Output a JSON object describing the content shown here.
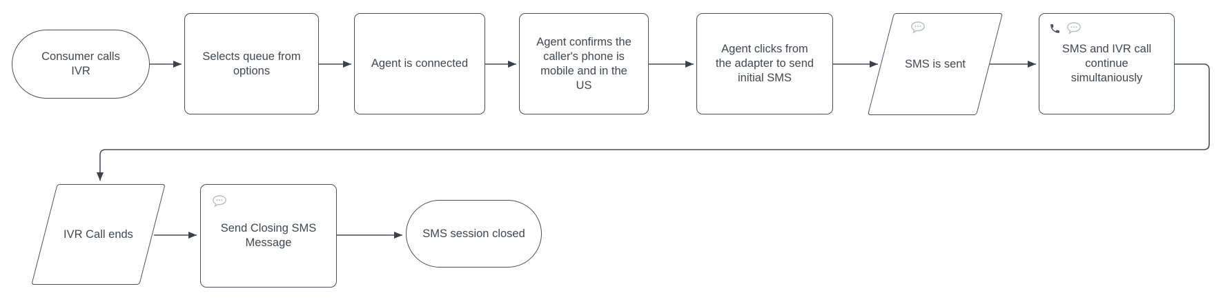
{
  "colors": {
    "background": "#ffffff",
    "shape_fill": "#ffffff",
    "stroke": "#454e5a",
    "arrowhead": "#39414d",
    "text": "#3f4752",
    "bubble_icon_gray": "#b9bdc2",
    "phone_icon_dark": "#4a5360"
  },
  "nodes": [
    {
      "id": "consumer-calls-ivr",
      "shape": "terminator",
      "label": "Consumer calls\nIVR",
      "icons": []
    },
    {
      "id": "selects-queue",
      "shape": "process",
      "label": "Selects queue from\noptions",
      "icons": []
    },
    {
      "id": "agent-connected",
      "shape": "process",
      "label": "Agent is connected",
      "icons": []
    },
    {
      "id": "agent-confirms",
      "shape": "process",
      "label": "Agent confirms the\ncaller's phone is\nmobile and in the\nUS",
      "icons": []
    },
    {
      "id": "agent-clicks-sms",
      "shape": "process",
      "label": "Agent clicks from\nthe adapter to send\ninitial SMS",
      "icons": []
    },
    {
      "id": "sms-is-sent",
      "shape": "parallelogram",
      "label": "SMS is sent",
      "icons": [
        "sms-bubble-icon"
      ]
    },
    {
      "id": "sms-ivr-continue",
      "shape": "process",
      "label": "SMS and IVR call\ncontinue\nsimultaniously",
      "icons": [
        "phone-icon",
        "sms-bubble-icon"
      ]
    },
    {
      "id": "ivr-call-ends",
      "shape": "parallelogram",
      "label": "IVR Call ends",
      "icons": []
    },
    {
      "id": "send-closing-sms",
      "shape": "process",
      "label": "Send Closing SMS\nMessage",
      "icons": [
        "sms-bubble-icon"
      ]
    },
    {
      "id": "sms-session-closed",
      "shape": "terminator",
      "label": "SMS session closed",
      "icons": []
    }
  ],
  "connectors": [
    {
      "from": "consumer-calls-ivr",
      "to": "selects-queue"
    },
    {
      "from": "selects-queue",
      "to": "agent-connected"
    },
    {
      "from": "agent-connected",
      "to": "agent-confirms"
    },
    {
      "from": "agent-confirms",
      "to": "agent-clicks-sms"
    },
    {
      "from": "agent-clicks-sms",
      "to": "sms-is-sent"
    },
    {
      "from": "sms-is-sent",
      "to": "sms-ivr-continue"
    },
    {
      "from": "sms-ivr-continue",
      "to": "ivr-call-ends"
    },
    {
      "from": "ivr-call-ends",
      "to": "send-closing-sms"
    },
    {
      "from": "send-closing-sms",
      "to": "sms-session-closed"
    }
  ]
}
